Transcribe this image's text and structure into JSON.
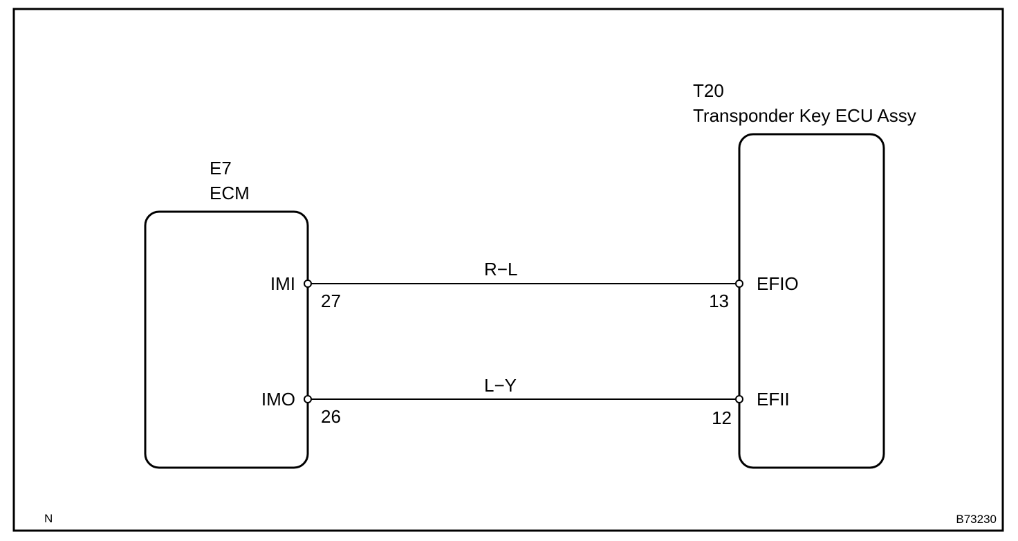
{
  "components": {
    "ecm": {
      "code": "E7",
      "name": "ECM",
      "pins": [
        {
          "name": "IMI",
          "number": "27"
        },
        {
          "name": "IMO",
          "number": "26"
        }
      ]
    },
    "transponder": {
      "code": "T20",
      "name": "Transponder Key ECU Assy",
      "pins": [
        {
          "name": "EFIO",
          "number": "13"
        },
        {
          "name": "EFII",
          "number": "12"
        }
      ]
    }
  },
  "wires": [
    {
      "color_code": "R−L"
    },
    {
      "color_code": "L−Y"
    }
  ],
  "corner_note": "N",
  "figure_id": "B73230",
  "colors": {
    "line": "#000000",
    "background": "#ffffff"
  }
}
